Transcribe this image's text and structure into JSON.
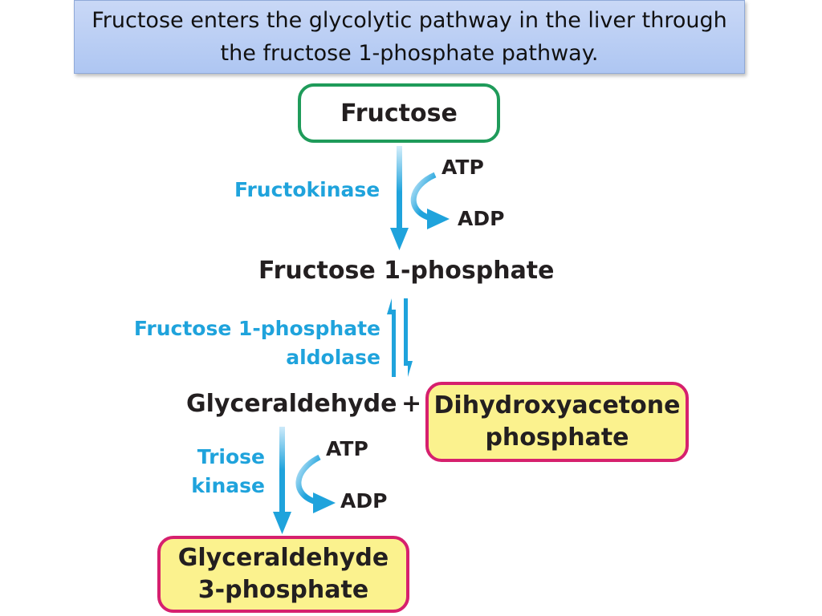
{
  "title": "Fructose enters the glycolytic pathway in the liver through\nthe fructose 1-phosphate pathway.",
  "colors": {
    "enzyme": "#1fa3dc",
    "green_border": "#1f9b5a",
    "pink_border": "#d6206e",
    "yellow_fill": "#fbf28e",
    "title_fill": "#b9cdf4"
  },
  "nodes": {
    "fructose": "Fructose",
    "fructose_1_phosphate": "Fructose 1-phosphate",
    "glyceraldehyde": "Glyceraldehyde",
    "plus": "+",
    "dihydroxyacetone_phosphate": "Dihydroxyacetone\nphosphate",
    "glyceraldehyde_3_phosphate": "Glyceraldehyde\n3-phosphate"
  },
  "enzymes": {
    "fructokinase": "Fructokinase",
    "aldolase": "Fructose 1-phosphate\naldolase",
    "triose_kinase": "Triose\nkinase"
  },
  "cofactors": {
    "step1_in": "ATP",
    "step1_out": "ADP",
    "step3_in": "ATP",
    "step3_out": "ADP"
  }
}
